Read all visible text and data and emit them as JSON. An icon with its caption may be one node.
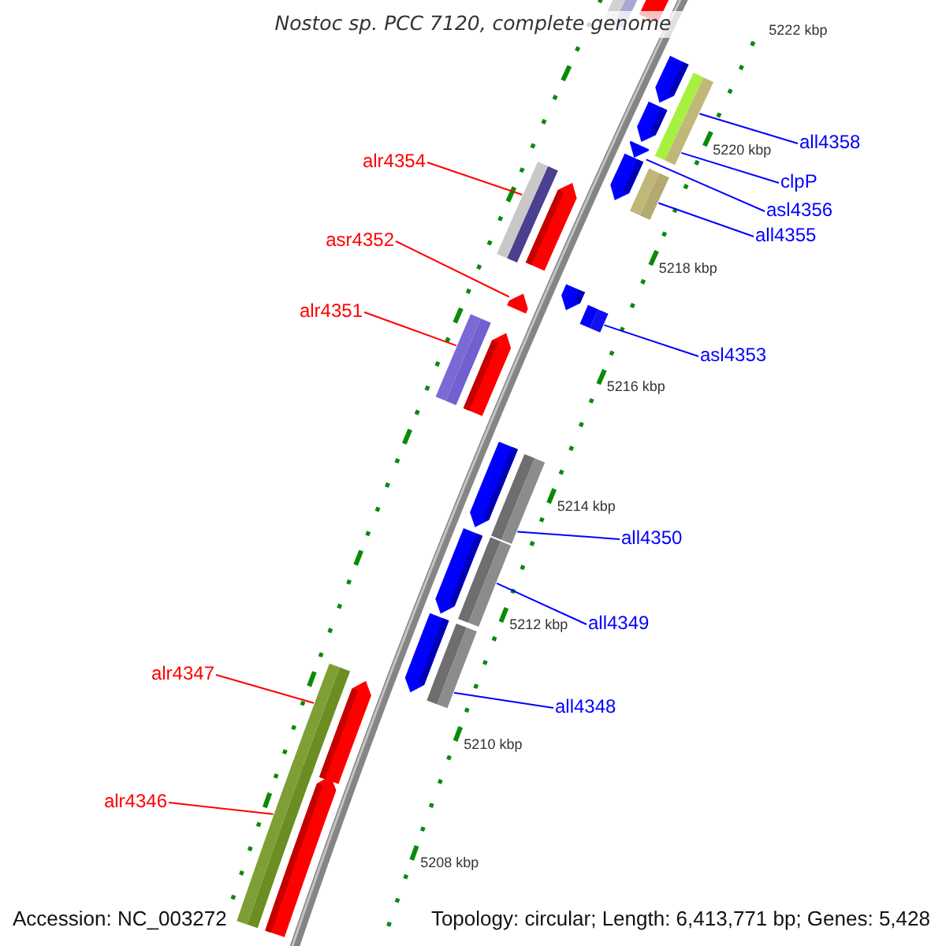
{
  "diagram": {
    "title": "Nostoc sp. PCC 7120, complete genome",
    "nodes": [
      {
        "text": [
          "all4358"
        ]
      },
      {
        "text": [
          "alr4354"
        ]
      },
      {
        "text": [
          "clpP"
        ]
      },
      {
        "text": [
          "asl4356"
        ]
      },
      {
        "text": [
          "all4355"
        ]
      },
      {
        "text": [
          "asr4352"
        ]
      },
      {
        "text": [
          "alr4351"
        ]
      },
      {
        "text": [
          "asl4353"
        ]
      },
      {
        "text": [
          "all4350"
        ]
      },
      {
        "text": [
          "all4349"
        ]
      },
      {
        "text": [
          "alr4347"
        ]
      },
      {
        "text": [
          "all4348"
        ]
      },
      {
        "text": [
          "alr4346"
        ]
      },
      {
        "text": [],
        "shape": "bar"
      },
      {
        "text": [],
        "shape": "bar"
      },
      {
        "text": [],
        "shape": "bar"
      },
      {
        "text": [],
        "shape": "bar"
      },
      {
        "text": [],
        "shape": "bar"
      },
      {
        "text": [],
        "shape": "bar"
      },
      {
        "text": [],
        "shape": "bar"
      },
      {
        "text": [],
        "shape": "bar"
      },
      {
        "text": [],
        "shape": "bar"
      },
      {
        "text": [],
        "shape": "bar"
      },
      {
        "text": [],
        "shape": "bar"
      },
      {
        "text": [],
        "shape": "bar"
      },
      {
        "text": [],
        "shape": "bar"
      }
    ],
    "edges": [
      {
        "from": 0,
        "to": 13,
        "arrow": "none"
      },
      {
        "from": 1,
        "to": 14,
        "arrow": "none",
        "color": "#ff0000"
      },
      {
        "from": 2,
        "to": 15,
        "arrow": "none"
      },
      {
        "from": 3,
        "to": 16,
        "arrow": "none"
      },
      {
        "from": 4,
        "to": 17,
        "arrow": "none"
      },
      {
        "from": 5,
        "to": 18,
        "arrow": "none",
        "color": "#ff0000"
      },
      {
        "from": 6,
        "to": 19,
        "arrow": "none",
        "color": "#ff0000"
      },
      {
        "from": 7,
        "to": 20,
        "arrow": "none"
      },
      {
        "from": 8,
        "to": 21,
        "arrow": "none"
      },
      {
        "from": 9,
        "to": 22,
        "arrow": "none"
      },
      {
        "from": 10,
        "to": 23,
        "arrow": "none",
        "color": "#ff0000"
      },
      {
        "from": 11,
        "to": 24,
        "arrow": "none"
      },
      {
        "from": 12,
        "to": 25,
        "arrow": "none",
        "color": "#ff0000"
      }
    ],
    "labels": [
      "5222 kbp",
      "5220 kbp",
      "5218 kbp",
      "5216 kbp",
      "5214 kbp",
      "5212 kbp",
      "5210 kbp",
      "5208 kbp",
      "Accession: NC_003272",
      "Topology: circular; Length: 6,413,771 bp; Genes: 5,428"
    ]
  }
}
